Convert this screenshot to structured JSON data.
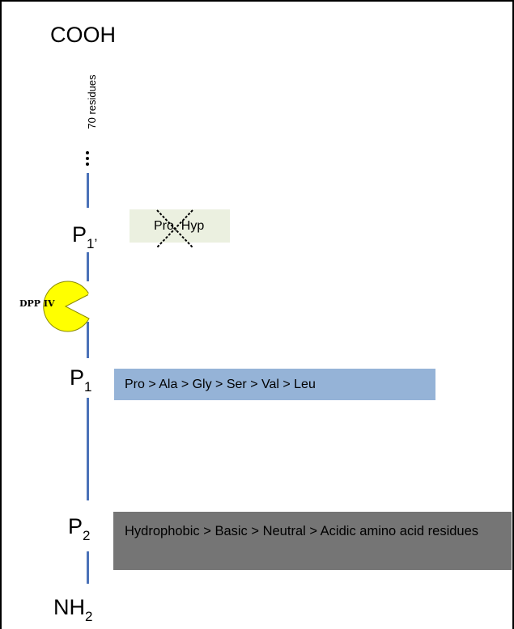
{
  "diagram": {
    "top_terminus": "COOH",
    "bottom_terminus_base": "NH",
    "bottom_terminus_sub": "2",
    "residue_count_label": "70 residues",
    "positions": {
      "p1_prime_base": "P",
      "p1_prime_sub": "1’",
      "p1_base": "P",
      "p1_sub": "1",
      "p2_base": "P",
      "p2_sub": "2"
    },
    "enzyme_label": "DPP IV",
    "enzyme_color": "#ffff00",
    "p1_prime_note": "Pro, Hyp",
    "p1_note": "Pro > Ala > Gly > Ser > Val > Leu",
    "p2_note": "Hydrophobic > Basic  > Neutral > Acidic amino acid residues",
    "chain_color": "#4b72b8",
    "p1_prime_box_color": "#ebf0e0",
    "p1_box_color": "#95b3d7",
    "p2_box_color": "#757575"
  }
}
